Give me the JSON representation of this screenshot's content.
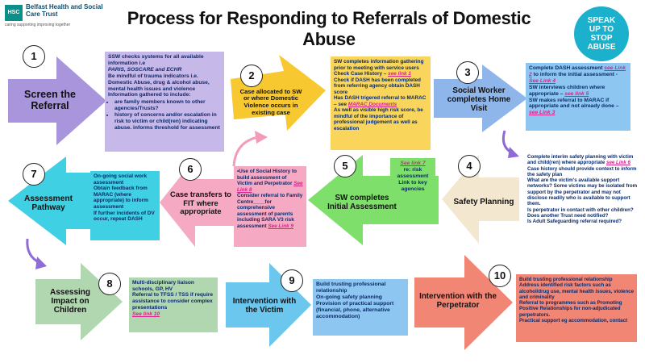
{
  "header": {
    "title": "Process for Responding to Referrals of Domestic Abuse",
    "logo_box": "HSC",
    "logo_name": "Belfast Health and Social Care Trust",
    "logo_tagline": "caring supporting improving together",
    "badge_lines": [
      "SPEAK",
      "UP TO",
      "STOP",
      "ABUSE"
    ]
  },
  "colors": {
    "purple": "#a995dc",
    "purple_box": "#c7b8ea",
    "yellow": "#f7c830",
    "yellow_box": "#f9d65b",
    "blue": "#8fb6ea",
    "blue_box": "#8ec6f2",
    "beige": "#f3e7cf",
    "green": "#7ee06b",
    "pink": "#f6a9c2",
    "cyan": "#3fd0e3",
    "sage": "#b1d7b0",
    "sky": "#6cc7ee",
    "salmon": "#f28675"
  },
  "steps": [
    {
      "number": "1",
      "label": "Screen the Referral",
      "info": [
        {
          "text": "SSW checks systems for all available information i.e "
        },
        {
          "text": "PARIS, SOSCARE and ECHR",
          "italic": true
        },
        {
          "text": "Be mindful of trauma indicators i.e. Domestic Abuse, drug & alcohol abuse, mental health issues and violence"
        },
        {
          "text": "Information gathered to include:"
        }
      ],
      "bullets": [
        "are family members known to other agencies/Trusts?",
        "history of concerns and/or escalation in risk to victim or child(ren) indicating abuse. informs threshold for assessment"
      ]
    },
    {
      "number": "2",
      "label": "Case allocated to SW or where Domestic Violence occurs in existing case",
      "info": [
        {
          "text": "SW completes information gathering prior to meeting with service users"
        },
        {
          "text": "Check Case History – ",
          "link": "see link 1"
        },
        {
          "text": "Check if DASH has been completed from referring agency obtain DASH score"
        },
        {
          "text": "Has DASH trigered referral to MARAC – see ",
          "link": "MARAC Documents"
        },
        {
          "text": "As well as visible high risk score, be mindful of the importance of professional judgement as well as escalation"
        }
      ]
    },
    {
      "number": "3",
      "label": "Social Worker completes Home Visit",
      "info": [
        {
          "text": "Complete DASH assessment ",
          "link": "see Link 2",
          "after": " to inform the initial assessment -"
        },
        {
          "text": "",
          "link": "See Link 4"
        },
        {
          "text": "SW interviews children where appropriate – ",
          "link": "see link 5"
        },
        {
          "text": "SW makes referral to MARAC if appropriate and not already done – ",
          "link": "see Link 3"
        }
      ]
    },
    {
      "number": "4",
      "label": "Safety Planning",
      "info": [
        {
          "text": "Complete interim safety planning with victim and child(ren) where appropriate ",
          "link": "see Link 6"
        },
        {
          "text": "Case history should provide context to inform the safety plan"
        },
        {
          "text": "What are the victim's available support networks? Some victims may be isolated from support by the perpetrator and may not disclose readily who is available to support them."
        },
        {
          "text": "Is perpetrator in contact with other children? Does another Trust need notified?"
        },
        {
          "text": "Is Adult Safeguarding referral required?"
        }
      ]
    },
    {
      "number": "5",
      "label": "SW completes Initial Assessment",
      "info": [
        {
          "text": "",
          "link": "See link 7"
        },
        {
          "text": "re: risk assessment"
        },
        {
          "text": "Link to key agencies"
        }
      ]
    },
    {
      "number": "6",
      "label": "Case transfers to FIT where appropriate",
      "info": [
        {
          "text": "•Use of Social History to build assessment of Victim and Perpetrator ",
          "link": "See Link 8"
        },
        {
          "text": "Consider referral to Family Centre____for comprehensive assessment of parents including SARA V3 risk assessment ",
          "link": "See Link 9"
        }
      ]
    },
    {
      "number": "7",
      "label": "Assessment Pathway",
      "info": [
        {
          "text": "On-going social work assessment"
        },
        {
          "text": "Obtain feedback from MARAC (where appropriate) to inform assessment"
        },
        {
          "text": "If further incidents of DV occur, repeat DASH"
        }
      ]
    },
    {
      "number": "8",
      "label": "Assessing Impact on Children",
      "info": [
        {
          "text": "Multi-disciplinary liaison schools, GP, HV"
        },
        {
          "text": "Referral to TFSS / TSS if require assistance to consider complex presentations"
        },
        {
          "text": "",
          "link": "See link 10"
        }
      ]
    },
    {
      "number": "9",
      "label": "Intervention with the Victim",
      "info": [
        {
          "text": "Build trusting professional relationship"
        },
        {
          "text": "On-going safety planning"
        },
        {
          "text": "Provision of practical support (financial, phone, alternative accommodation)"
        }
      ]
    },
    {
      "number": "10",
      "label": "Intervention with the Perpetrator",
      "info": [
        {
          "text": "Build trusting professional relationship"
        },
        {
          "text": "Address identified risk factors such as alcohol/drug use, mental health issues, violence and criminality"
        },
        {
          "text": "Referral to programmes such as Promoting Positive Relationships for non-adjudicated perpetrators."
        },
        {
          "text": "Practical support eg accommodation, contact"
        }
      ]
    }
  ]
}
